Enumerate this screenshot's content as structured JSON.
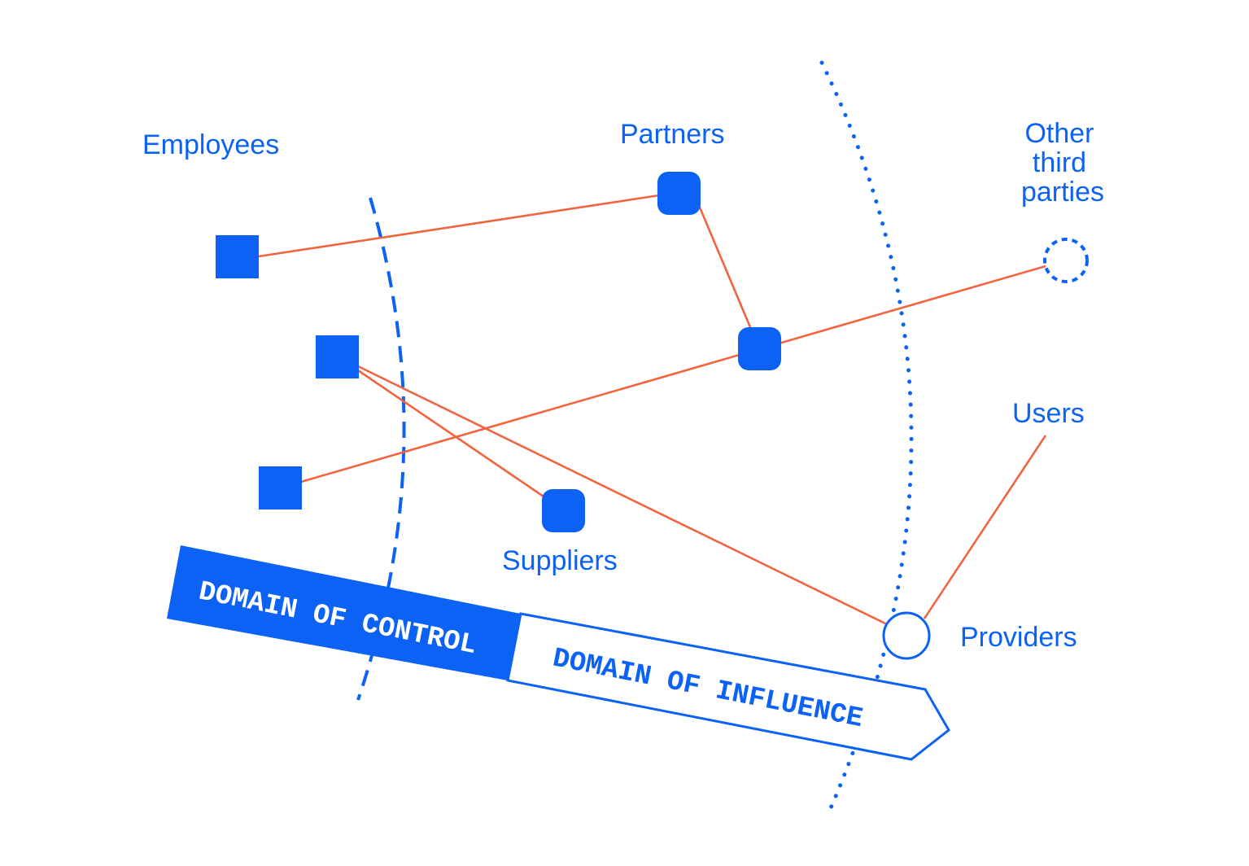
{
  "colors": {
    "blue": "#0b62f5",
    "link": "#f2643f",
    "white": "#ffffff"
  },
  "labels": {
    "employees": "Employees",
    "partners": "Partners",
    "other_third_parties_1": "Other",
    "other_third_parties_2": "third",
    "other_third_parties_3": "parties",
    "users": "Users",
    "suppliers": "Suppliers",
    "providers": "Providers"
  },
  "banner": {
    "control": "DOMAIN OF CONTROL",
    "influence": "DOMAIN OF INFLUENCE"
  }
}
